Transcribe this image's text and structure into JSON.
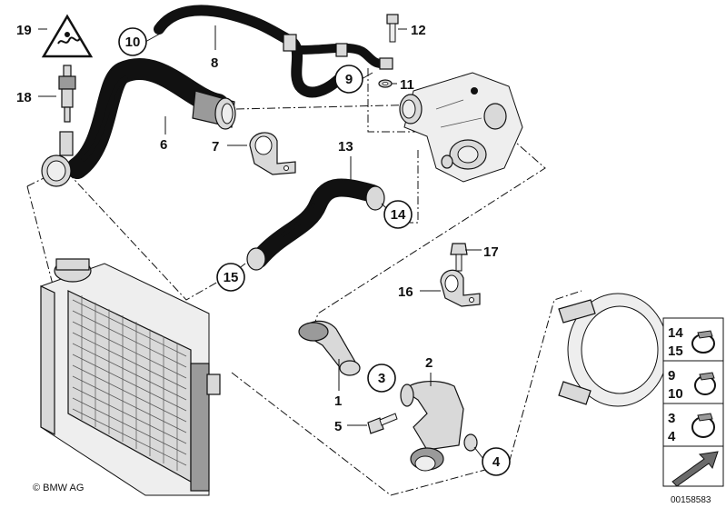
{
  "callouts": {
    "c1": "1",
    "c2": "2",
    "c3": "3",
    "c4": "4",
    "c5": "5",
    "c6": "6",
    "c7": "7",
    "c8": "8",
    "c9": "9",
    "c10": "10",
    "c11": "11",
    "c12": "12",
    "c13": "13",
    "c14": "14",
    "c15": "15",
    "c16": "16",
    "c17": "17",
    "c18": "18",
    "c19": "19"
  },
  "side_panel": {
    "row1_top": "14",
    "row1_bottom": "15",
    "row2_top": "9",
    "row2_bottom": "10",
    "row3_top": "3",
    "row3_bottom": "4"
  },
  "copyright": "© BMW AG",
  "document_number": "00158583"
}
